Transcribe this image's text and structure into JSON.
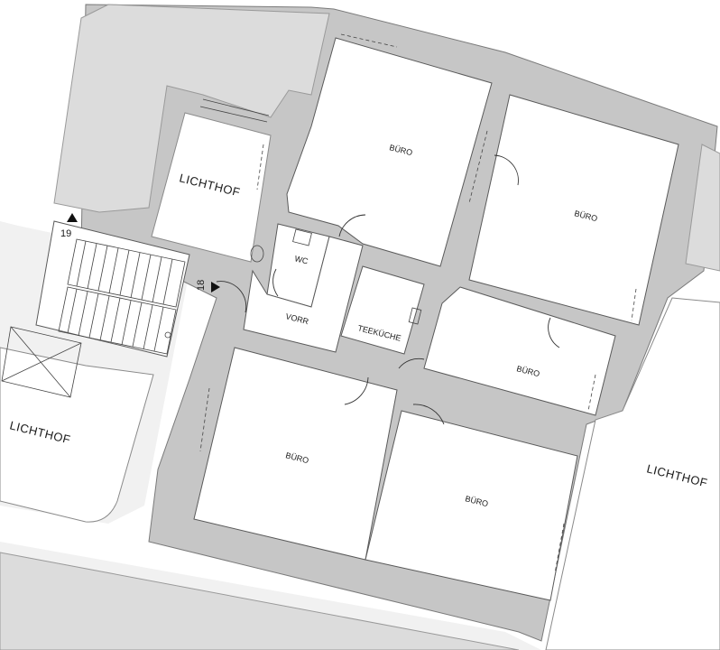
{
  "plan": {
    "labels": {
      "lichthof_top": "LICHTHOF",
      "lichthof_left": "LICHTHOF",
      "lichthof_right": "LICHTHOF",
      "buero_top": "BÜRO",
      "buero_right": "BÜRO",
      "buero_mid_right": "BÜRO",
      "buero_bottom_left": "BÜRO",
      "buero_bottom_mid": "BÜRO",
      "wc": "WC",
      "vorr": "VORR",
      "teekueche": "TEEKÜCHE"
    },
    "markers": {
      "stair_19": "19",
      "stair_18": "18"
    }
  }
}
